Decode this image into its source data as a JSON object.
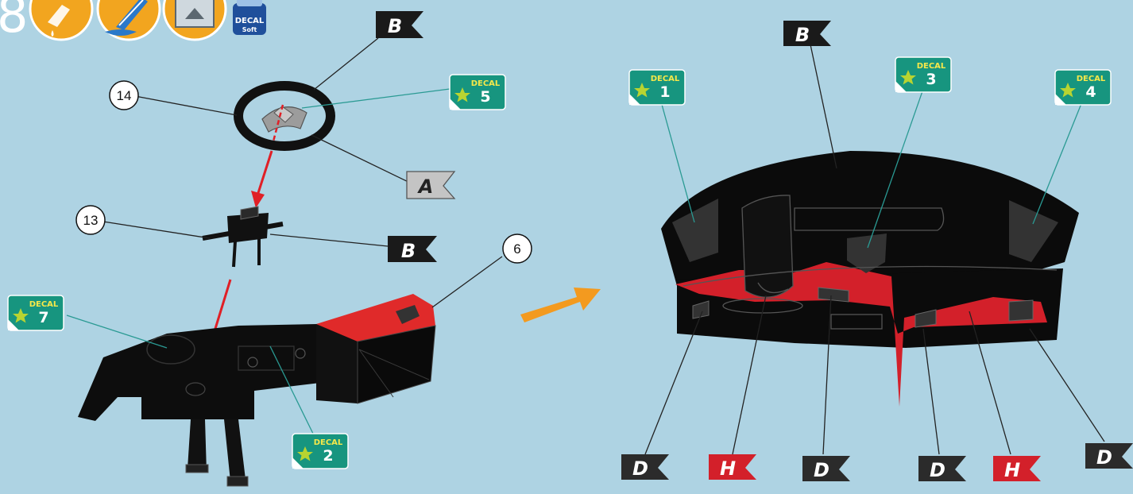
{
  "step": {
    "number": "8",
    "icons": [
      "glue-icon",
      "paint-brush-icon",
      "display-stand-icon",
      "decal-soft-bottle-icon"
    ],
    "bottle_text_1": "DECAL",
    "bottle_text_2": "Soft"
  },
  "part_numbers": {
    "steering_wheel": "14",
    "steering_column": "13",
    "dashboard_panel": "6"
  },
  "decals": {
    "label": "DECAL",
    "numbers": [
      "1",
      "2",
      "3",
      "4",
      "5",
      "7"
    ]
  },
  "paint_flags": {
    "steering_wheel": "B",
    "steering_spoke": "A",
    "steering_column": "B",
    "dash_top": "B",
    "lower_left": "D",
    "red_trim_left": "H",
    "center_vent": "D",
    "lower_right": "D",
    "red_trim_right": "H",
    "right_vent": "D"
  },
  "colors": {
    "background": "#aed3e3",
    "flag_black": "#1a1a1a",
    "flag_grey": "#c4c4c4",
    "flag_red": "#d3202a",
    "flag_dark": "#2b2b2b",
    "decal_green": "#17957f",
    "arrow_red": "#e01f26",
    "arrow_orange": "#f39a1f",
    "leader_teal": "#2a9a93"
  }
}
